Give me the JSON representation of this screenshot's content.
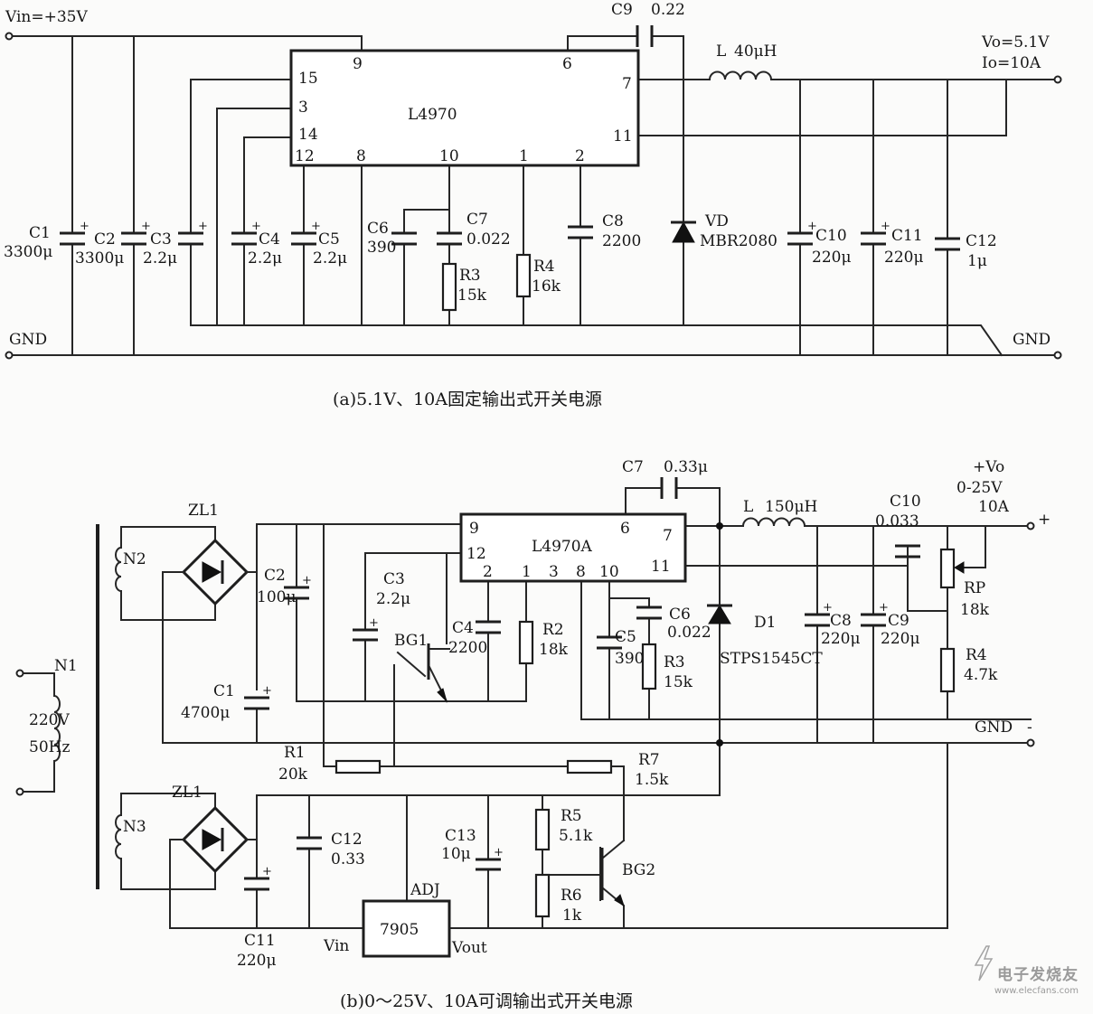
{
  "circuit_a": {
    "components": [
      {
        "ref": "C1",
        "value": "3300μ"
      },
      {
        "ref": "C2",
        "value": "3300μ"
      },
      {
        "ref": "C3",
        "value": "2.2μ"
      },
      {
        "ref": "C4",
        "value": "2.2μ"
      },
      {
        "ref": "C5",
        "value": "2.2μ"
      },
      {
        "ref": "C6",
        "value": "390"
      },
      {
        "ref": "C7",
        "value": "0.022"
      },
      {
        "ref": "C8",
        "value": "2200"
      },
      {
        "ref": "C9",
        "value": "0.22"
      },
      {
        "ref": "C10",
        "value": "220μ"
      },
      {
        "ref": "C11",
        "value": "220μ"
      },
      {
        "ref": "C12",
        "value": "1μ"
      },
      {
        "ref": "R3",
        "value": "15k"
      },
      {
        "ref": "R4",
        "value": "16k"
      },
      {
        "ref": "L",
        "value": "40μH"
      },
      {
        "ref": "VD",
        "value": "MBR2080"
      },
      {
        "ref": "L4970",
        "value": ""
      }
    ],
    "labels": {
      "vin": "Vin=+35V",
      "gnd_left": "GND",
      "gnd_right": "GND",
      "vo": "Vo=5.1V",
      "io": "Io=10A",
      "chip": "L4970",
      "pin_9": "9",
      "pin_6": "6",
      "pin_7": "7",
      "pin_11": "11",
      "pin_15": "15",
      "pin_3": "3",
      "pin_14": "14",
      "pin_12": "12",
      "pin_8": "8",
      "pin_10": "10",
      "pin_1": "1",
      "pin_2": "2",
      "c1": "C1",
      "c1_val": "3300μ",
      "c2": "C2",
      "c2_val": "3300μ",
      "c3": "C3",
      "c3_val": "2.2μ",
      "c4": "C4",
      "c4_val": "2.2μ",
      "c5": "C5",
      "c5_val": "2.2μ",
      "c6": "C6",
      "c6_val": "390",
      "c7": "C7",
      "c7_val": "0.022",
      "c8": "C8",
      "c8_val": "2200",
      "c9": "C9",
      "c9_val": "0.22",
      "c10": "C10",
      "c10_val": "220μ",
      "c11": "C11",
      "c11_val": "220μ",
      "c12": "C12",
      "c12_val": "1μ",
      "r3": "R3",
      "r3_val": "15k",
      "r4": "R4",
      "r4_val": "16k",
      "l": "L",
      "l_val": "40μH",
      "vd": "VD",
      "vd_part": "MBR2080",
      "caption": "(a)5.1V、10A固定输出式开关电源"
    }
  },
  "circuit_b": {
    "components": [
      {
        "ref": "C1",
        "value": "4700μ"
      },
      {
        "ref": "C2",
        "value": "100μ"
      },
      {
        "ref": "C3",
        "value": "2.2μ"
      },
      {
        "ref": "C4",
        "value": "2200"
      },
      {
        "ref": "C5",
        "value": "390"
      },
      {
        "ref": "C6",
        "value": "0.022"
      },
      {
        "ref": "C7",
        "value": "0.33μ"
      },
      {
        "ref": "C8",
        "value": "220μ"
      },
      {
        "ref": "C9",
        "value": "220μ"
      },
      {
        "ref": "C10",
        "value": "0.033"
      },
      {
        "ref": "C11",
        "value": "220μ"
      },
      {
        "ref": "C12",
        "value": "0.33"
      },
      {
        "ref": "C13",
        "value": "10μ"
      },
      {
        "ref": "R1",
        "value": "20k"
      },
      {
        "ref": "R2",
        "value": "18k"
      },
      {
        "ref": "R3",
        "value": "15k"
      },
      {
        "ref": "R4",
        "value": "4.7k"
      },
      {
        "ref": "R5",
        "value": "5.1k"
      },
      {
        "ref": "R6",
        "value": "1k"
      },
      {
        "ref": "R7",
        "value": "1.5k"
      },
      {
        "ref": "RP",
        "value": "18k"
      },
      {
        "ref": "L",
        "value": "150μH"
      },
      {
        "ref": "D1",
        "value": "STPS1545CT"
      },
      {
        "ref": "BG1",
        "value": ""
      },
      {
        "ref": "BG2",
        "value": ""
      },
      {
        "ref": "ZL1",
        "value": ""
      },
      {
        "ref": "L4970A",
        "value": ""
      },
      {
        "ref": "7905",
        "value": ""
      }
    ],
    "labels": {
      "n1": "N1",
      "n2": "N2",
      "n3": "N3",
      "mains_v": "220V",
      "mains_f": "50Hz",
      "zl1_top": "ZL1",
      "zl1_bot": "ZL1",
      "chip": "L4970A",
      "pin_9": "9",
      "pin_12": "12",
      "pin_6": "6",
      "pin_7": "7",
      "pin_2": "2",
      "pin_1": "1",
      "pin_3": "3",
      "pin_8": "8",
      "pin_10": "10",
      "pin_11": "11",
      "vo": "+Vo",
      "vo_range": "0-25V",
      "io": "10A",
      "plus": "+",
      "minus": "-",
      "gnd": "GND",
      "c1": "C1",
      "c1_val": "4700μ",
      "c2": "C2",
      "c2_val": "100μ",
      "c3": "C3",
      "c3_val": "2.2μ",
      "c4": "C4",
      "c4_val": "2200",
      "c5": "C5",
      "c5_val": "390",
      "c6": "C6",
      "c6_val": "0.022",
      "c7": "C7",
      "c7_val": "0.33μ",
      "c8": "C8",
      "c8_val": "220μ",
      "c9": "C9",
      "c9_val": "220μ",
      "c10": "C10",
      "c10_val": "0.033",
      "c11": "C11",
      "c11_val": "220μ",
      "c12": "C12",
      "c12_val": "0.33",
      "c13": "C13",
      "c13_val": "10μ",
      "r1": "R1",
      "r1_val": "20k",
      "r2": "R2",
      "r2_val": "18k",
      "r3": "R3",
      "r3_val": "15k",
      "r4": "R4",
      "r4_val": "4.7k",
      "r5": "R5",
      "r5_val": "5.1k",
      "r6": "R6",
      "r6_val": "1k",
      "r7": "R7",
      "r7_val": "1.5k",
      "rp": "RP",
      "rp_val": "18k",
      "l": "L",
      "l_val": "150μH",
      "d1": "D1",
      "d1_part": "STPS1545CT",
      "bg1": "BG1",
      "bg2": "BG2",
      "reg": "7905",
      "adj": "ADJ",
      "vin": "Vin",
      "vout": "Vout",
      "caption": "(b)0～25V、10A可调输出式开关电源"
    }
  },
  "watermark": {
    "title": "电子发烧友",
    "url": "www.elecfans.com"
  }
}
